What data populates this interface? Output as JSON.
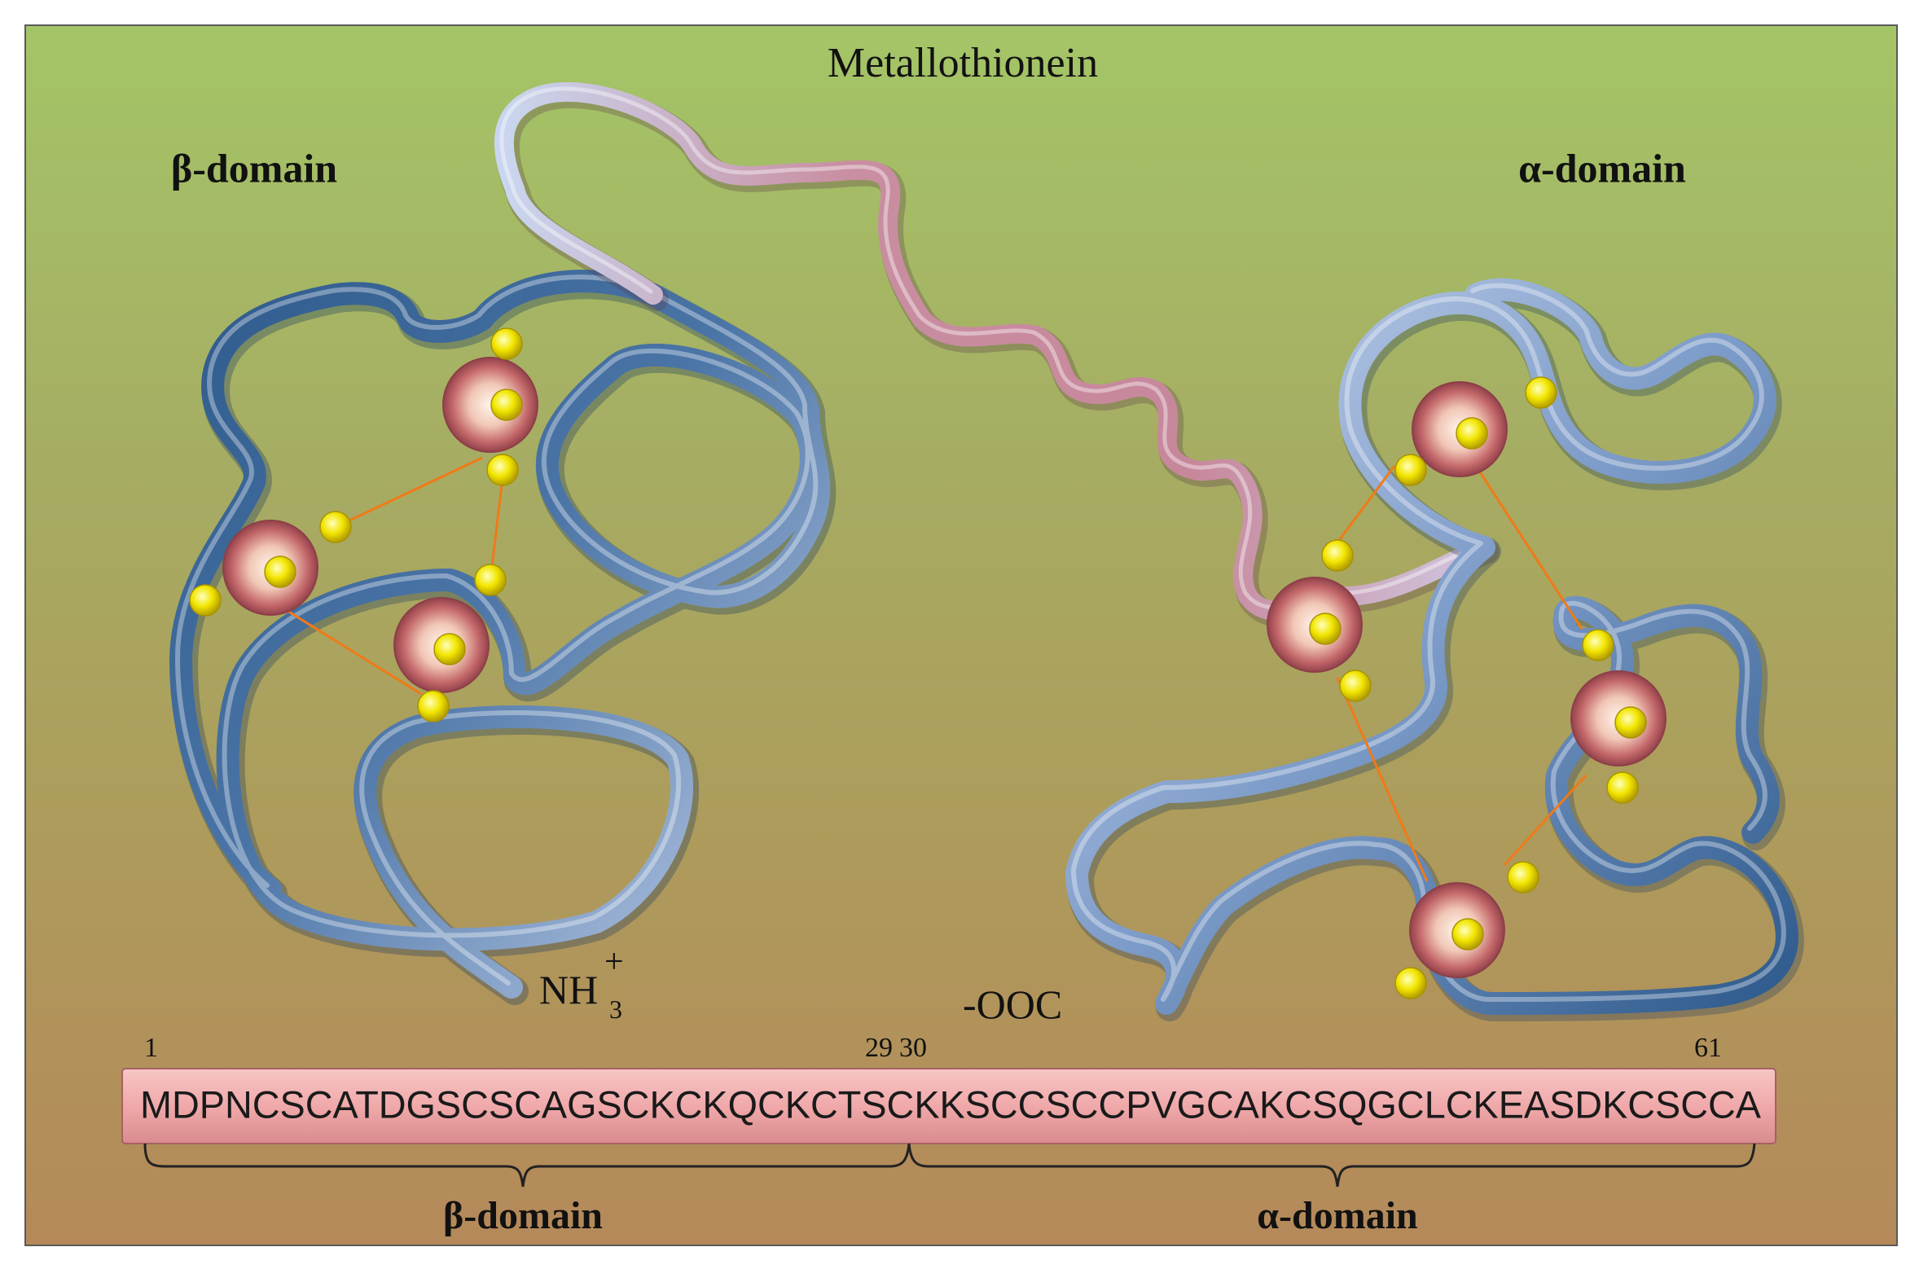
{
  "title": "Metallothionein",
  "labels": {
    "beta_domain_top": "β-domain",
    "alpha_domain_top": "α-domain",
    "n_terminus": "NH",
    "n_terminus_sub": "3",
    "n_terminus_sup": "+",
    "c_terminus": "-OOC",
    "beta_domain_bottom": "β-domain",
    "alpha_domain_bottom": "α-domain"
  },
  "sequence": {
    "residues": "MDPNCSCATDGSCSCAGSCKCKQCKCTSCKKSCCSCCPVGCAKCSQGCLCKEASDKCSCCA",
    "pos_start": "1",
    "pos_29": "29",
    "pos_30": "30",
    "pos_end": "61"
  },
  "colors": {
    "chain_dark": "#2e5a8c",
    "chain_light": "#b8c8e6",
    "linker_pink": "#c17f94",
    "metal_ion": "#b0565a",
    "sulfur": "#f2e600",
    "bond": "#f07a18",
    "sequence_bar": "#f0a9aa"
  },
  "icons": [
    "metal-ion-icon",
    "sulfur-atom-icon"
  ]
}
